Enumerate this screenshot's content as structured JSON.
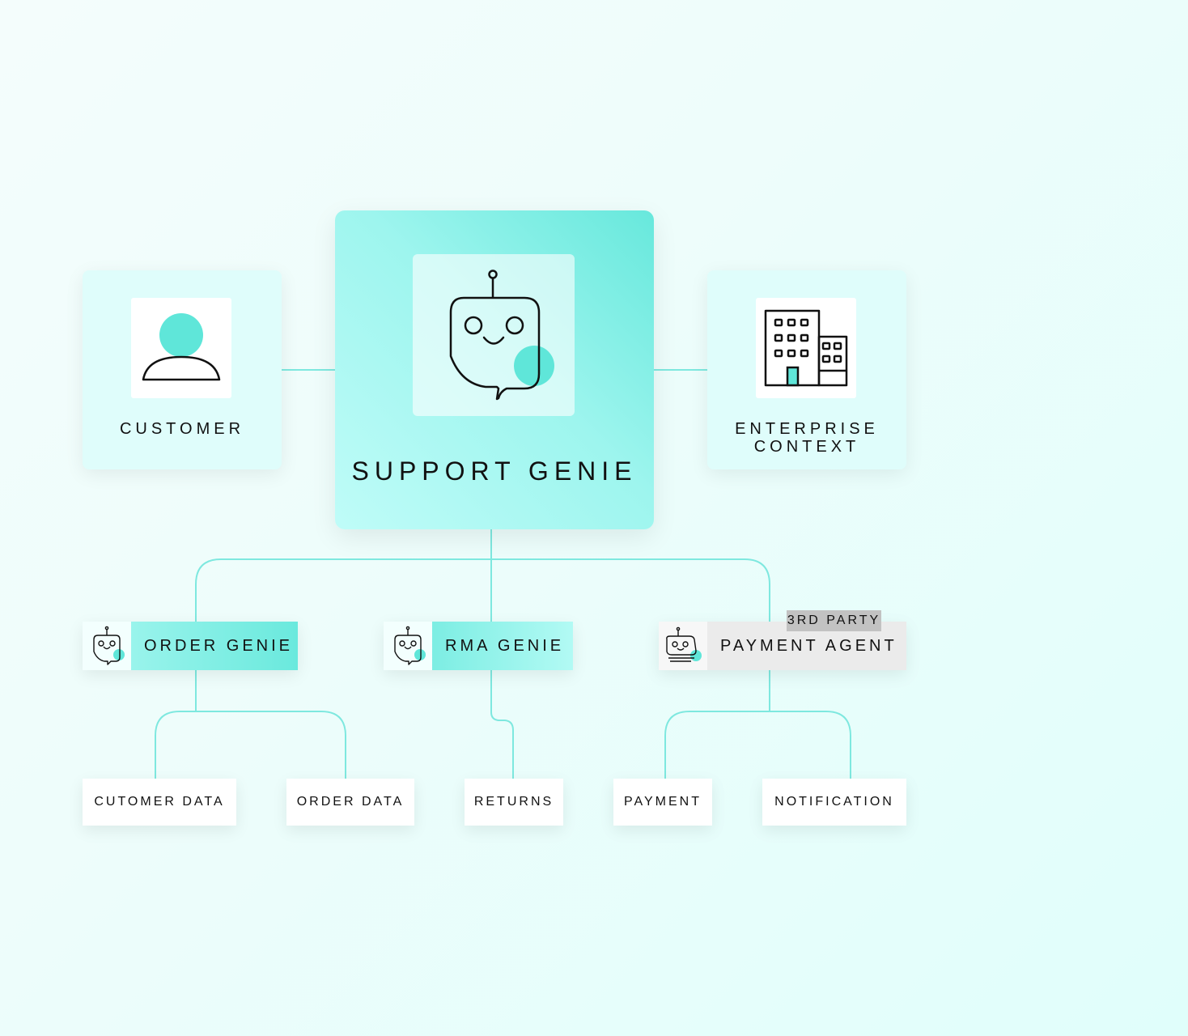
{
  "diagram": {
    "central": {
      "label": "SUPPORT GENIE",
      "icon": "robot-chat-icon"
    },
    "customer": {
      "label": "CUSTOMER",
      "icon": "person-icon"
    },
    "enterprise": {
      "line1": "ENTERPRISE",
      "line2": "CONTEXT",
      "icon": "building-icon"
    },
    "agents": [
      {
        "label": "ORDER GENIE",
        "icon": "robot-chat-icon"
      },
      {
        "label": "RMA GENIE",
        "icon": "robot-chat-icon"
      },
      {
        "label": "PAYMENT AGENT",
        "icon": "robot-card-icon",
        "badge": "3RD PARTY"
      }
    ],
    "leaves": [
      {
        "label": "CUTOMER DATA"
      },
      {
        "label": "ORDER DATA"
      },
      {
        "label": "RETURNS"
      },
      {
        "label": "PAYMENT"
      },
      {
        "label": "NOTIFICATION"
      }
    ]
  },
  "colors": {
    "accent": "#5fe6d9",
    "connector": "#7ee8df",
    "third_party_bg": "#ebebeb",
    "badge_bg": "#c2c2c2"
  }
}
